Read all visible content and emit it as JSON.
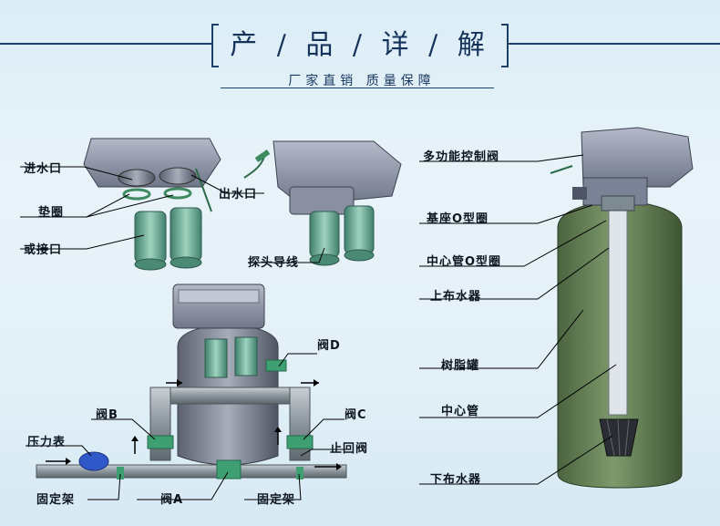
{
  "header": {
    "title": "产 / 品 / 详 / 解",
    "subtitle": "厂家直销  质量保障"
  },
  "labels": {
    "inlet": "进水口",
    "outlet": "出水口",
    "gasket": "垫圈",
    "connector": "或接口",
    "probe_wire": "探头导线",
    "valve_a": "阀A",
    "valve_b": "阀B",
    "valve_c": "阀C",
    "valve_d": "阀D",
    "pressure_gauge": "压力表",
    "check_valve": "止回阀",
    "bracket_left": "固定架",
    "bracket_right": "固定架",
    "control_valve": "多功能控制阀",
    "base_oring": "基座O型圈",
    "center_tube_oring": "中心管O型圈",
    "upper_distributor": "上布水器",
    "resin_tank": "树脂罐",
    "center_tube": "中心管",
    "lower_distributor": "下布水器"
  },
  "colors": {
    "accent": "#1e3f67",
    "background": "#dcedf6",
    "tank": "#5f7a52",
    "control_head": "#8d94a6",
    "fitting": "#6fae9a",
    "pipe": "#9aa4ab"
  }
}
